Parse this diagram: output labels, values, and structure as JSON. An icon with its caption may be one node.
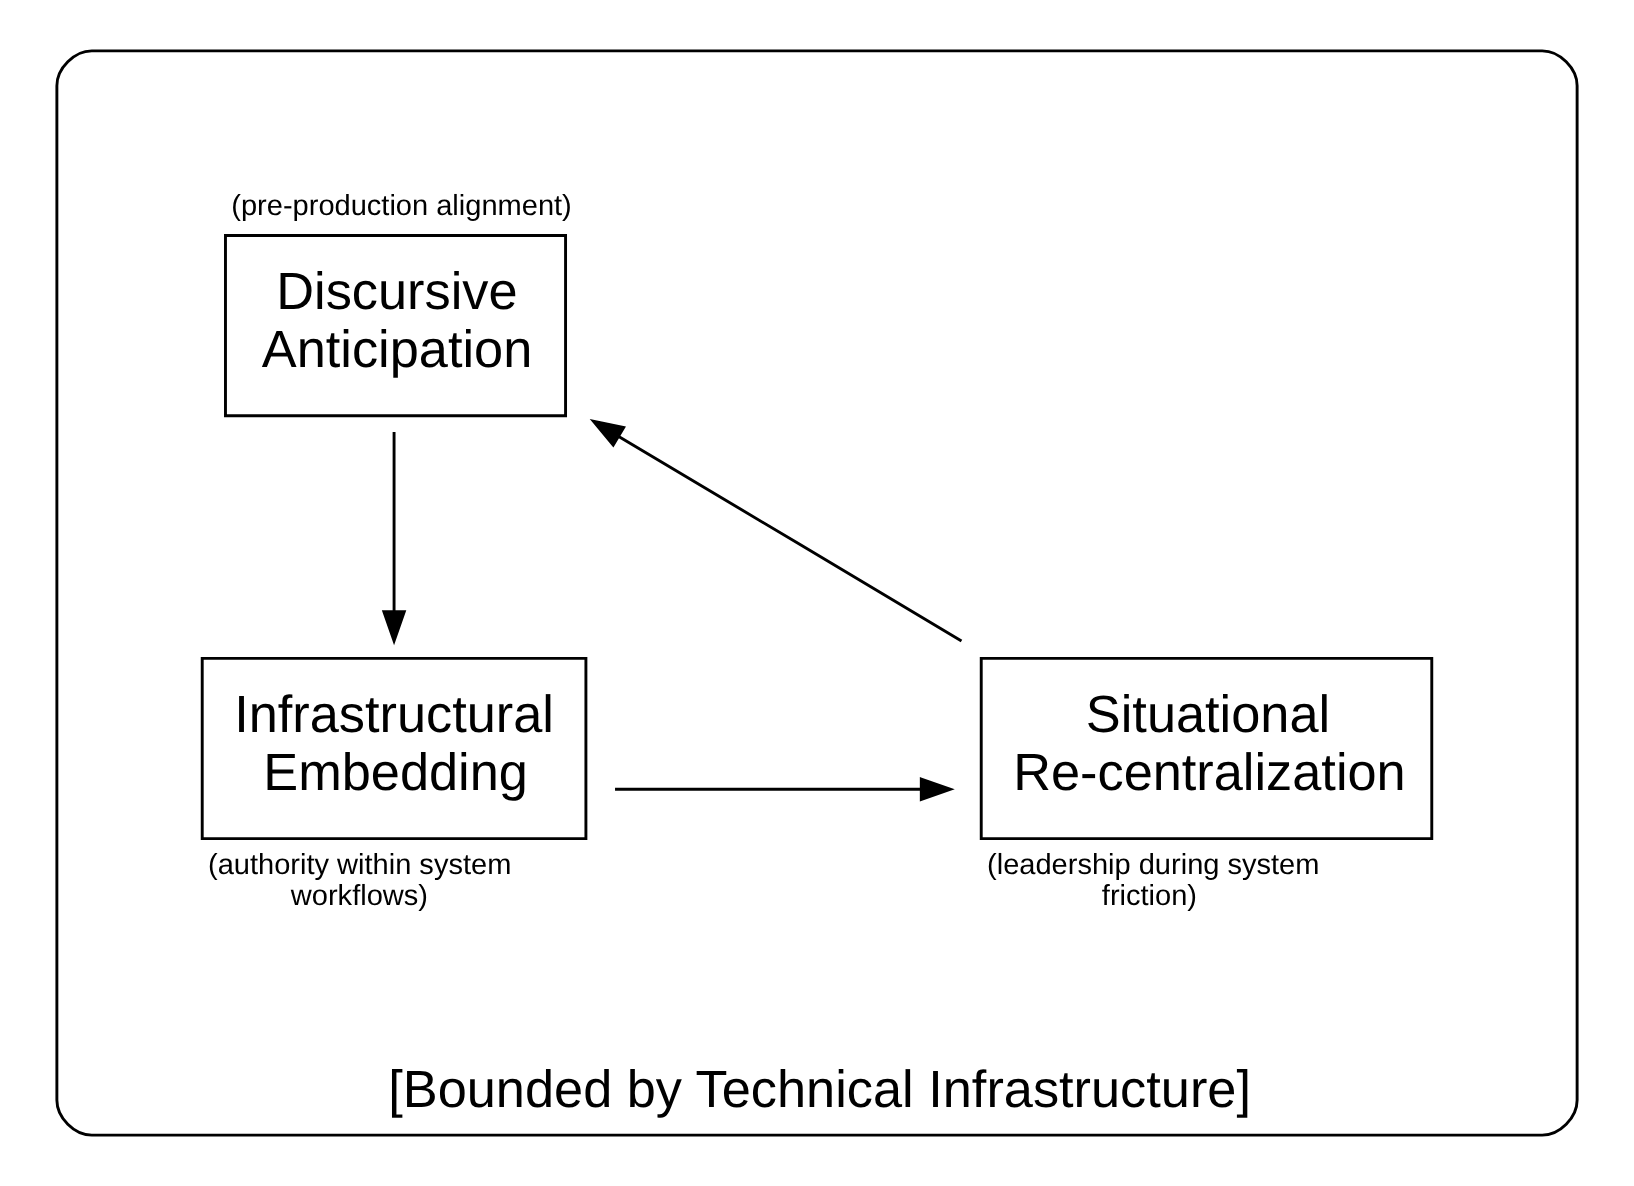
{
  "diagram": {
    "nodes": [
      {
        "text": [],
        "shape": "ellipse",
        "beside": [
          "[Bounded by Technical Infrastructure]"
        ]
      },
      {
        "text": [
          "Discursive Anticipation"
        ],
        "in": 0,
        "beside": [
          "(pre-production alignment)"
        ]
      },
      {
        "text": [
          "Infrastructural Embedding"
        ],
        "in": 0,
        "beside": [
          "(authority within system workflows)"
        ]
      },
      {
        "text": [
          "Situational Re-centralization"
        ],
        "in": 0,
        "beside": [
          "(leadership during system friction)"
        ]
      }
    ],
    "edges": [
      {
        "from": 1,
        "to": 2,
        "arrow": "to"
      },
      {
        "from": 2,
        "to": 3,
        "arrow": "to"
      },
      {
        "from": 3,
        "to": 1,
        "arrow": "to"
      }
    ]
  }
}
